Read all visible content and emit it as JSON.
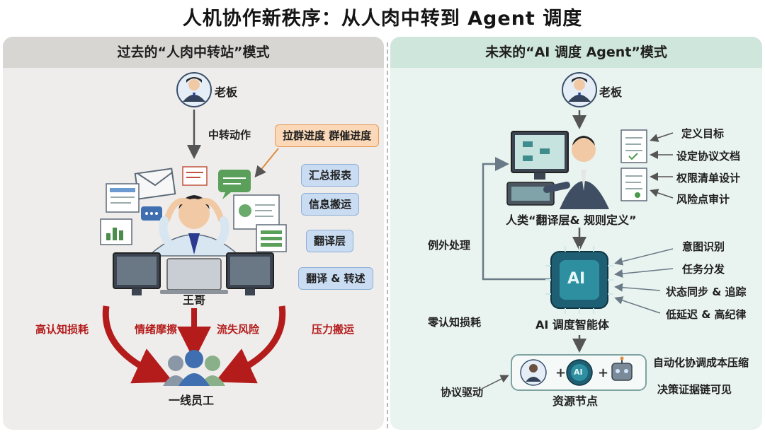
{
  "title": "人机协作新秩序：从人肉中转到 Agent 调度",
  "left": {
    "header": "过去的“人肉中转站”模式",
    "boss": "老板",
    "relay_action": "中转动作",
    "urge_tag": "拉群进度 群催进度",
    "tags": [
      "汇总报表",
      "信息搬运",
      "翻译层",
      "翻译 & 转述"
    ],
    "middleman": "王哥",
    "costs": [
      "高认知损耗",
      "情绪摩擦",
      "流失风险",
      "压力搬运"
    ],
    "staff": "一线员工"
  },
  "right": {
    "header": "未来的“AI 调度 Agent”模式",
    "boss": "老板",
    "human_tasks": [
      "定义目标",
      "设定协议文档",
      "权限清单设计",
      "风险点审计"
    ],
    "human_role": "人类“翻译层& 规则定义”",
    "exception": "例外处理",
    "ai_badge": "AI",
    "ai_tasks": [
      "意图识别",
      "任务分发",
      "状态同步 & 追踪",
      "低延迟 & 高纪律"
    ],
    "zero_loss": "零认知损耗",
    "ai_name": "AI 调度智能体",
    "node_ai": "AI",
    "protocol": "协议驱动",
    "resource": "资源节点",
    "benefits": [
      "自动化协调成本压缩",
      "决策证据链可见"
    ]
  },
  "colors": {
    "accent_red": "#b41c1c",
    "tag_blue": "#c9dcf2",
    "tag_orange": "#fbd9b8",
    "ai_teal": "#1f7f8a",
    "left_bg": "#efedeb",
    "right_bg": "#e9f3ef"
  },
  "icons": [
    "person-avatar-icon",
    "document-icon",
    "chat-bubble-icon",
    "envelope-icon",
    "monitor-icon",
    "laptop-icon",
    "ai-chip-icon",
    "robot-icon",
    "group-icon",
    "arrow-icon"
  ]
}
